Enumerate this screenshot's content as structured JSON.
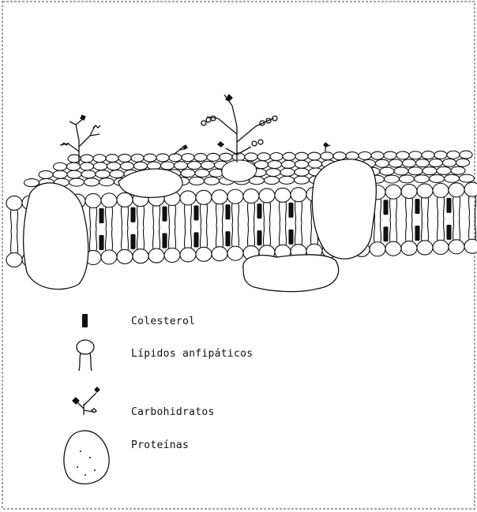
{
  "legend": {
    "cholesterol_label": "Colesterol",
    "lipid_label": "Lípidos anfipáticos",
    "carbohydrate_label": "Carbohidratos",
    "protein_label": "Proteínas"
  },
  "colors": {
    "ink": "#111111",
    "paper": "#ffffff",
    "frame": "#6a6a6a"
  },
  "icons": [
    "cholesterol-icon",
    "lipid-icon",
    "carbohydrate-icon",
    "protein-icon"
  ]
}
